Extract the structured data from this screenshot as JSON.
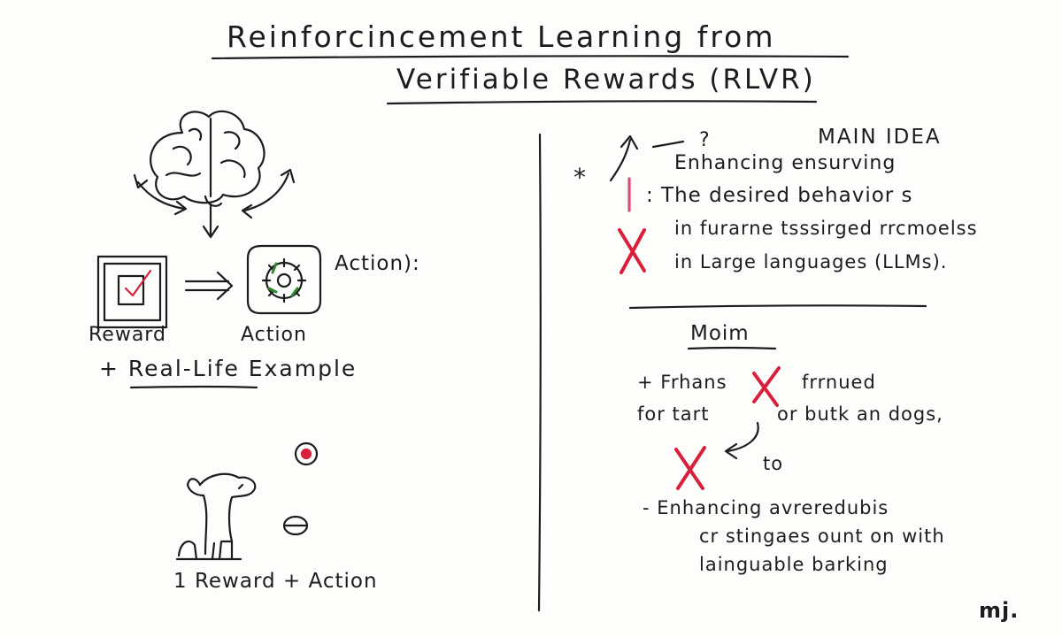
{
  "title": {
    "line1": "Reinforcincement Learning from",
    "line2": "Verifiable Rewards (RLVR)"
  },
  "left": {
    "action_label": "Action):",
    "reward_caption": "Reward",
    "action_caption": "Action",
    "example_heading": "+ Real-Life Example",
    "bottom_caption": "1 Reward + Action"
  },
  "right": {
    "top_question_mark": "?",
    "star": "*",
    "main_idea_heading": "MAIN IDEA",
    "idea_line1": "Enhancing ensurving",
    "idea_line2": ": The desired behavior s",
    "idea_line3": "in furarne tsssirged rrcmoelss",
    "idea_line4": "in Large languages (LLMs).",
    "section2_heading": "Moim",
    "s2_line1a": "+ Frhans",
    "s2_line1b": "frrnued",
    "s2_line2a": "for tart",
    "s2_line2b": "or butk an dogs,",
    "s2_to": "to",
    "s2_bottom1": "- Enhancing avreredubis",
    "s2_bottom2": "cr stingaes ount on with",
    "s2_bottom3": "lainguable barking"
  },
  "signature": "mj.",
  "colors": {
    "ink": "#1c1c1c",
    "red": "#d81f3c",
    "green": "#2f8a2f",
    "pink": "#e04d73"
  }
}
